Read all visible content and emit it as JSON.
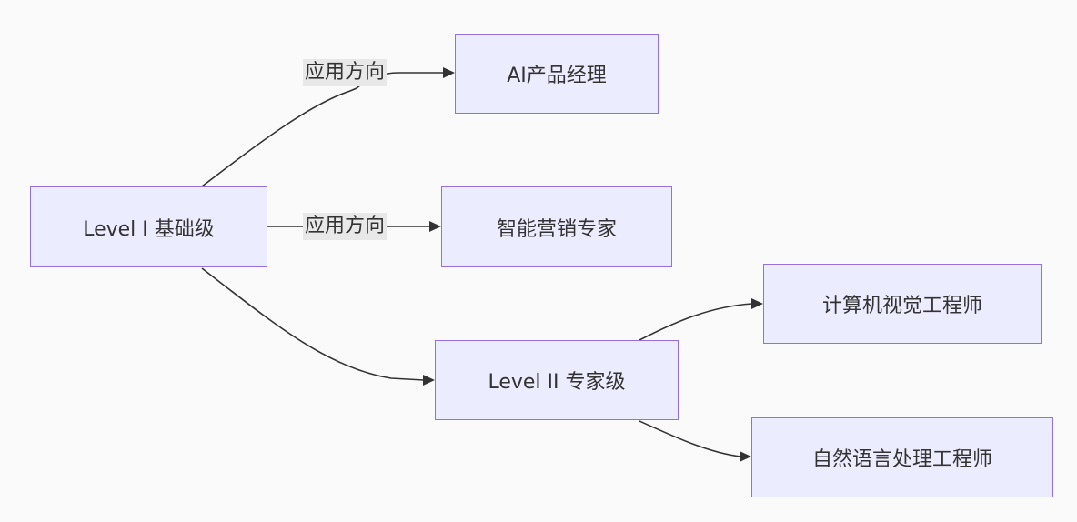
{
  "nodes": {
    "level1": "Level I 基础级",
    "ai_pm": "AI产品经理",
    "marketing": "智能营销专家",
    "level2": "Level II 专家级",
    "cv": "计算机视觉工程师",
    "nlp": "自然语言处理工程师"
  },
  "edge_labels": {
    "to_ai_pm": "应用方向",
    "to_marketing": "应用方向"
  },
  "colors": {
    "background": "#fafafa",
    "node_fill": "#ececff",
    "node_border": "#9370db",
    "edge": "#333333",
    "label_bg": "#e8e8e8",
    "text": "#333333"
  }
}
